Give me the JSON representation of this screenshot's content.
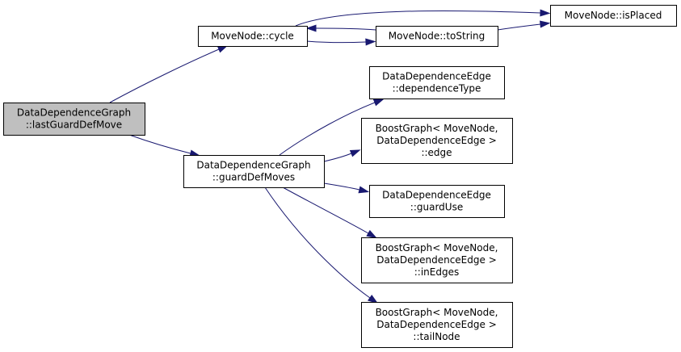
{
  "colors": {
    "edge": "#191970",
    "focus_fill": "#bfbfbf",
    "node_fill": "#ffffff",
    "node_border": "#000000",
    "highlight_border": "#ff0000"
  },
  "nodes": [
    {
      "id": "last-guard-def-move",
      "lines": [
        "DataDependenceGraph",
        "::lastGuardDefMove"
      ],
      "focused": true,
      "interactable": false
    },
    {
      "id": "cycle",
      "lines": [
        "MoveNode::cycle"
      ],
      "interactable": true
    },
    {
      "id": "to-string",
      "lines": [
        "MoveNode::toString"
      ],
      "highlighted": true,
      "interactable": true
    },
    {
      "id": "is-placed",
      "lines": [
        "MoveNode::isPlaced"
      ],
      "interactable": true
    },
    {
      "id": "guard-def-moves",
      "lines": [
        "DataDependenceGraph",
        "::guardDefMoves"
      ],
      "interactable": true
    },
    {
      "id": "dependence-type",
      "lines": [
        "DataDependenceEdge",
        "::dependenceType"
      ],
      "interactable": true
    },
    {
      "id": "edge",
      "lines": [
        "BoostGraph< MoveNode,",
        "DataDependenceEdge >",
        "::edge"
      ],
      "interactable": true
    },
    {
      "id": "guard-use",
      "lines": [
        "DataDependenceEdge",
        "::guardUse"
      ],
      "interactable": true
    },
    {
      "id": "in-edges",
      "lines": [
        "BoostGraph< MoveNode,",
        "DataDependenceEdge >",
        "::inEdges"
      ],
      "interactable": true
    },
    {
      "id": "tail-node",
      "lines": [
        "BoostGraph< MoveNode,",
        "DataDependenceEdge >",
        "::tailNode"
      ],
      "interactable": true
    }
  ],
  "edges": [
    {
      "from": "last-guard-def-move",
      "to": "cycle"
    },
    {
      "from": "last-guard-def-move",
      "to": "guard-def-moves"
    },
    {
      "from": "cycle",
      "to": "is-placed"
    },
    {
      "from": "cycle",
      "to": "to-string"
    },
    {
      "from": "to-string",
      "to": "cycle"
    },
    {
      "from": "to-string",
      "to": "is-placed"
    },
    {
      "from": "guard-def-moves",
      "to": "dependence-type"
    },
    {
      "from": "guard-def-moves",
      "to": "edge"
    },
    {
      "from": "guard-def-moves",
      "to": "guard-use"
    },
    {
      "from": "guard-def-moves",
      "to": "in-edges"
    },
    {
      "from": "guard-def-moves",
      "to": "tail-node"
    }
  ]
}
